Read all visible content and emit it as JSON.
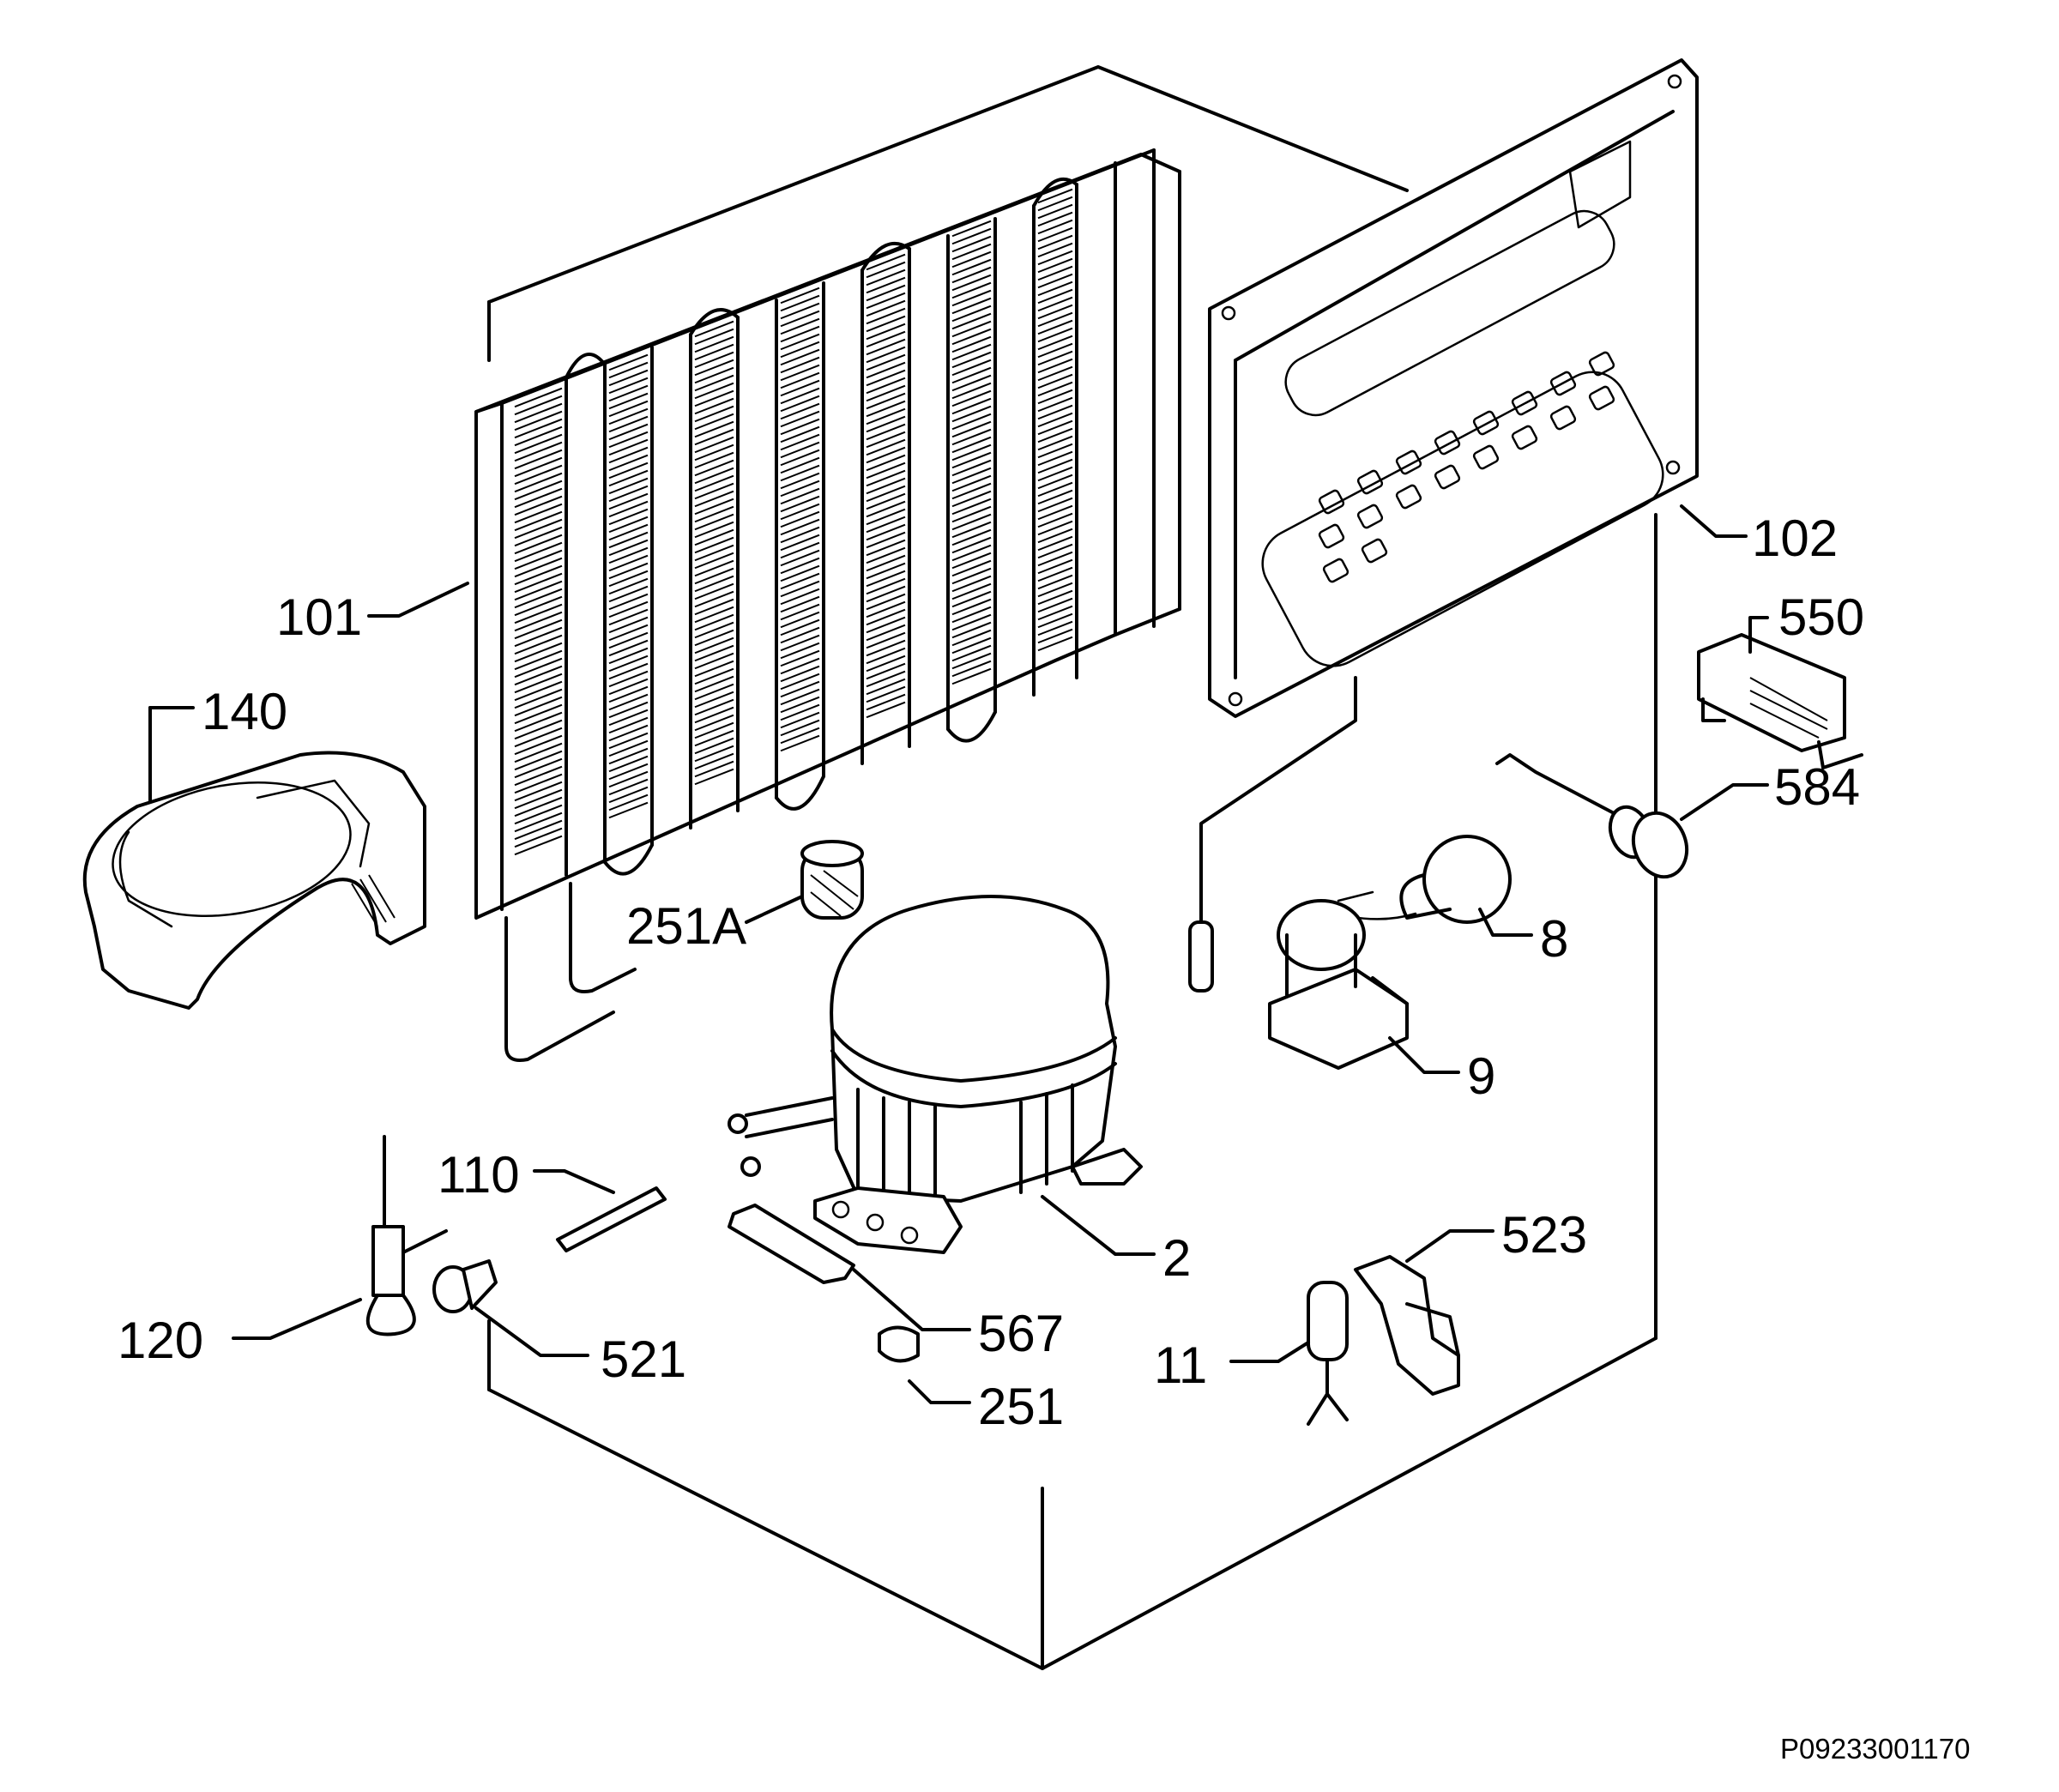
{
  "callouts": [
    {
      "id": "101",
      "label": "101"
    },
    {
      "id": "102",
      "label": "102"
    },
    {
      "id": "140",
      "label": "140"
    },
    {
      "id": "550",
      "label": "550"
    },
    {
      "id": "584",
      "label": "584"
    },
    {
      "id": "251A",
      "label": "251A"
    },
    {
      "id": "8",
      "label": "8"
    },
    {
      "id": "9",
      "label": "9"
    },
    {
      "id": "110",
      "label": "110"
    },
    {
      "id": "2",
      "label": "2"
    },
    {
      "id": "523",
      "label": "523"
    },
    {
      "id": "120",
      "label": "120"
    },
    {
      "id": "521",
      "label": "521"
    },
    {
      "id": "567",
      "label": "567"
    },
    {
      "id": "11",
      "label": "11"
    },
    {
      "id": "251",
      "label": "251"
    }
  ],
  "diagram_code": "P09233001170"
}
